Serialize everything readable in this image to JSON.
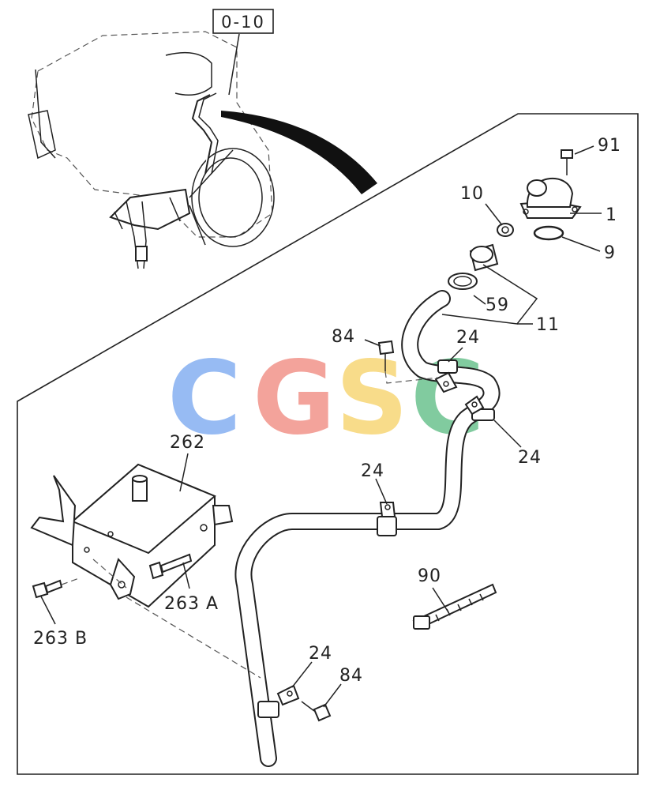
{
  "reference_box": "0-10",
  "watermark": {
    "letters": [
      "C",
      "G",
      "S",
      "C"
    ],
    "colors": [
      "#7aa8f0",
      "#f08a80",
      "#f7d36a",
      "#5ebd85"
    ]
  },
  "callouts": {
    "thermostat_housing": "1",
    "gasket": "9",
    "housing_bolt": "91",
    "hose_clip": "10",
    "hose_clamp": "59",
    "hose": "11",
    "bolt_upper": "84",
    "clip_upper_a": "24",
    "clip_upper_b": "24",
    "clip_middle": "24",
    "clip_lower": "24",
    "bolt_lower": "84",
    "bracket": "262",
    "bolt_263a": "263 A",
    "bolt_263b": "263 B",
    "cable_tie": "90"
  }
}
